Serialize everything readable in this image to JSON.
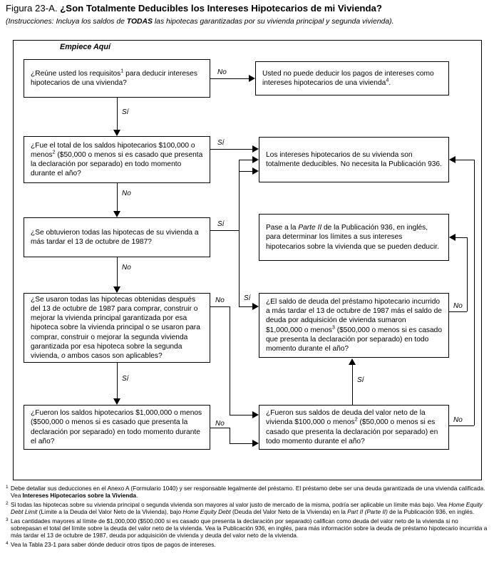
{
  "figure": {
    "label": "Figura 23-A.",
    "title": "¿Son Totalmente Deducibles los Intereses Hipotecarios de mi Vivienda?",
    "subtitle_pre": "(Instrucciones: Incluya los saldos de ",
    "subtitle_bold": "TODAS",
    "subtitle_post": " las hipotecas garantizadas por su vivienda principal y segunda vivienda).",
    "start_label": "Empiece Aquí"
  },
  "nodes": {
    "q1": "¿Reúne usted los requisitos¹ para deducir intereses hipotecarios de una vivienda?",
    "r1": "Usted no puede deducir los pagos de intereses como intereses hipotecarios de una vivienda⁴.",
    "q2": "¿Fue el total de los saldos hipotecarios $100,000 o menos² ($50,000 o menos si es casado que presenta la declaración por separado) en todo momento durante el año?",
    "r2": "Los intereses hipotecarios de su vivienda son totalmente deducibles. No necesita la Publicación 936.",
    "q3": "¿Se obtuvieron todas las hipotecas de su vivienda a más tardar el 13 de octubre de 1987?",
    "r3_pre": "Pase a la ",
    "r3_italic": "Parte II",
    "r3_post": " de la Publicación 936, en inglés, para determinar los límites a sus intereses hipotecarios sobre la vivienda que se pueden deducir.",
    "q4": "¿Se usaron todas las hipotecas obtenidas después del 13 de octubre de 1987 para comprar, construir o mejorar la vivienda principal garantizada por esa hipoteca sobre la vivienda principal o se usaron para comprar, construir o mejorar la segunda vivienda garantizada por esa hipoteca sobre la segunda vivienda, o ambos casos son aplicables?",
    "q5": "¿El saldo de deuda del préstamo hipotecario incurrido a más tardar el 13 de octubre de 1987 más el saldo de deuda por adquisición de vivienda sumaron $1,000,000 o menos³ ($500,000 o menos si es casado que presenta la declaración por separado) en todo momento durante el año?",
    "q6": "¿Fueron los saldos hipotecarios $1,000,000 o menos ($500,000 o menos si es casado que presenta la declaración por separado) en todo momento durante el año?",
    "q7": "¿Fueron sus saldos de deuda del valor neto de la vivienda $100,000 o menos² ($50,000 o menos si es casado que presenta la declaración por separado) en todo momento durante el año?"
  },
  "edge_labels": {
    "q1_no": "No",
    "q1_si": "Sí",
    "q2_si": "Sí",
    "q2_no": "No",
    "q3_si": "Sí",
    "q3_no": "No",
    "q4_no": "No",
    "q4_si": "Sí",
    "q5_si": "Sí",
    "q5_no": "No",
    "q6_no": "No",
    "q6_si": "Sí",
    "q7_no": "No"
  },
  "notes": [
    {
      "num": "1",
      "parts": [
        {
          "t": "Debe detallar sus deducciones en el Anexo A (Formulario 1040) y ser responsable legalmente del préstamo. El préstamo debe ser una deuda garantizada de una vivienda calificada. Vea ",
          "s": "n"
        },
        {
          "t": "Intereses Hipotecarios sobre la Vivienda",
          "s": "b"
        },
        {
          "t": ".",
          "s": "n"
        }
      ]
    },
    {
      "num": "2",
      "parts": [
        {
          "t": "Si todas las hipotecas sobre su vivienda principal o segunda vivienda son mayores al valor justo de mercado de la misma, podría ser aplicable un límite más bajo. Vea ",
          "s": "n"
        },
        {
          "t": "Home Equity Debt Limit",
          "s": "i"
        },
        {
          "t": " (Límite a la Deuda del Valor Neto de la Vivienda), bajo ",
          "s": "n"
        },
        {
          "t": "Home Equity Debt",
          "s": "i"
        },
        {
          "t": " (Deuda del Valor Neto de la Vivienda) en la ",
          "s": "n"
        },
        {
          "t": "Part II (Parte II)",
          "s": "i"
        },
        {
          "t": " de la Publicación 936, en inglés.",
          "s": "n"
        }
      ]
    },
    {
      "num": "3",
      "parts": [
        {
          "t": "Las cantidades mayores al límite de $1,000,000 ($500,000 si es casado que presenta la declaración por separado) califican como deuda del valor neto de la vivienda si no sobrepasan el total del límite sobre la deuda del valor neto de la vivienda. Vea la Publicación 936, en inglés, para más información sobre la deuda de préstamo hipotecario incurrida a más tardar el 13 de octubre de 1987, deuda por adquisición de vivienda y deuda del valor neto de la vivienda.",
          "s": "n"
        }
      ]
    },
    {
      "num": "4",
      "parts": [
        {
          "t": "Vea la Tabla 23-1 para saber dónde deducir otros tipos de pagos de intereses.",
          "s": "n"
        }
      ]
    }
  ]
}
